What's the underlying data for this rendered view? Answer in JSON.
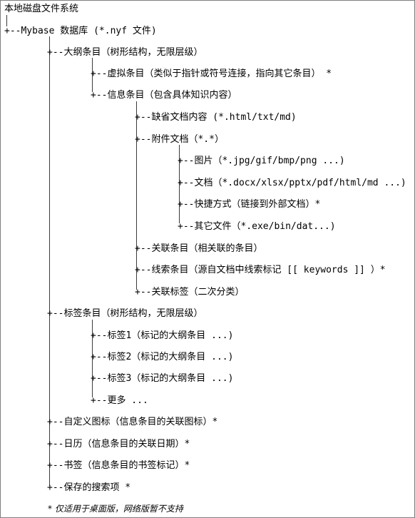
{
  "root": "本地磁盘文件系统",
  "mybase": "+--Mybase 数据库 (*.nyf 文件)",
  "outline": "+--大纲条目（树形结构，无限层级）",
  "virtual": "+--虚拟条目（类似于指针或符号连接，指向其它条目） *",
  "info": "+--信息条目（包含具体知识内容）",
  "default_doc": "+--缺省文档内容 (*.html/txt/md)",
  "attachments": "+--附件文档（*.*）",
  "pictures": "+--图片（*.jpg/gif/bmp/png ...)",
  "documents": "+--文档（*.docx/xlsx/pptx/pdf/html/md ...)",
  "shortcuts": "+--快捷方式（链接到外部文档）*",
  "other_files": "+--其它文件（*.exe/bin/dat...)",
  "related_items": "+--关联条目（相关联的条目）",
  "clue_items": "+--线索条目（源自文档中线索标记 [[ keywords ]] ）*",
  "related_tags": "+--关联标签（二次分类）",
  "tag_items": "+--标签条目（树形结构，无限层级）",
  "tag1": "+--标签1（标记的大纲条目 ...)",
  "tag2": "+--标签2（标记的大纲条目 ...)",
  "tag3": "+--标签3（标记的大纲条目 ...)",
  "more": "+--更多 ...",
  "custom_icons": "+--自定义图标（信息条目的关联图标）*",
  "calendar": "+--日历（信息条目的关联日期）*",
  "bookmarks": "+--书签（信息条目的书签标记）*",
  "saved_searches": "+--保存的搜索项 *",
  "footnote": "* 仅适用于桌面版，网络版暂不支持"
}
